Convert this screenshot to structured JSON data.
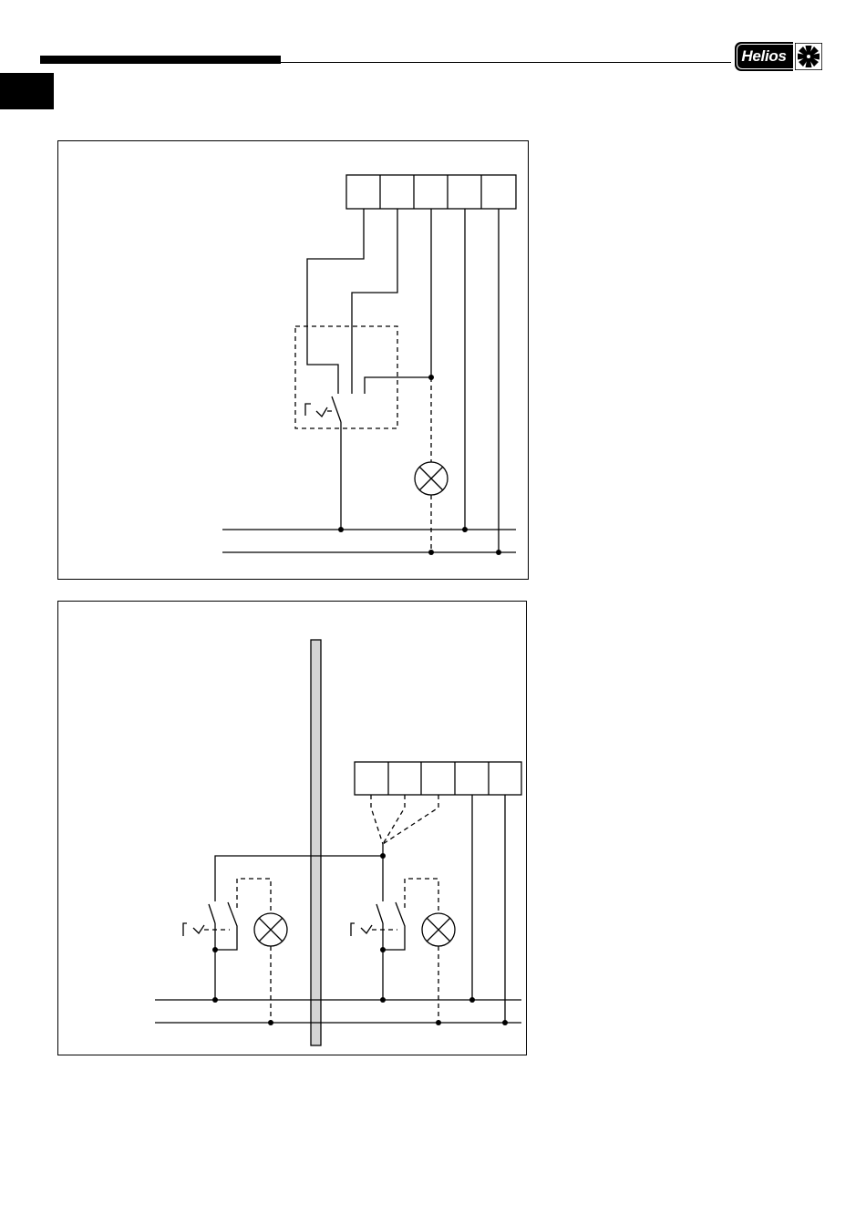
{
  "header": {
    "logo": {
      "text": "Helios",
      "icon": "helios-fan-icon"
    }
  },
  "diagrams": [
    {
      "name": "top-wiring-diagram",
      "terminal_count": 5,
      "components": [
        "terminal-block",
        "switch",
        "lamp",
        "supply-line-1",
        "supply-line-2"
      ]
    },
    {
      "name": "bottom-wiring-diagram",
      "terminal_count": 5,
      "components": [
        "terminal-block",
        "wall",
        "switch-left",
        "lamp-left",
        "switch-right",
        "lamp-right",
        "supply-line-1",
        "supply-line-2"
      ]
    }
  ]
}
